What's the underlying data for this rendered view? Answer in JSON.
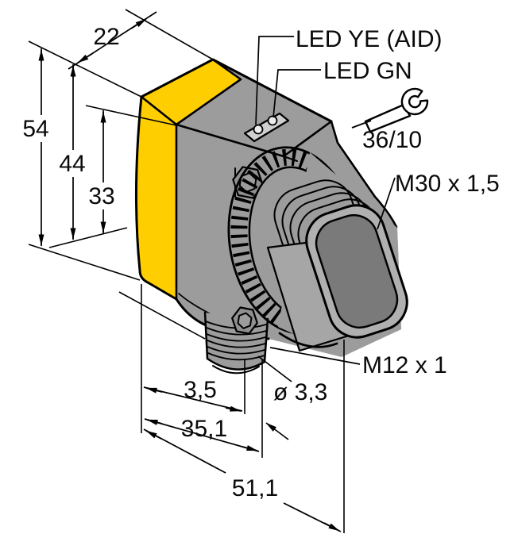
{
  "drawing": {
    "type": "technical-dimension-drawing",
    "subject": "photoelectric sensor with M30 lens barrel and M12 connector",
    "labels": {
      "led_yellow": "LED YE (AID)",
      "led_green": "LED GN",
      "wrench_size": "36/10",
      "lens_thread": "M30 x 1,5",
      "connector_thread": "M12 x 1",
      "hole_diameter": "ø 3,3"
    },
    "dimensions": {
      "depth_top": "22",
      "height_total": "54",
      "height_housing": "44",
      "height_window": "33",
      "offset_connector": "3,5",
      "length_housing": "35,1",
      "length_total": "51,1"
    },
    "colors": {
      "housing_yellow": "#FFCE00",
      "body_gray": "#9C9C9C",
      "facet_gray": "#A6A6A6",
      "rim_gray": "#B0B0B0",
      "lens_gray": "#7A7A7A",
      "led_plate_gray": "#CFCFCF",
      "outline": "#000000"
    }
  }
}
